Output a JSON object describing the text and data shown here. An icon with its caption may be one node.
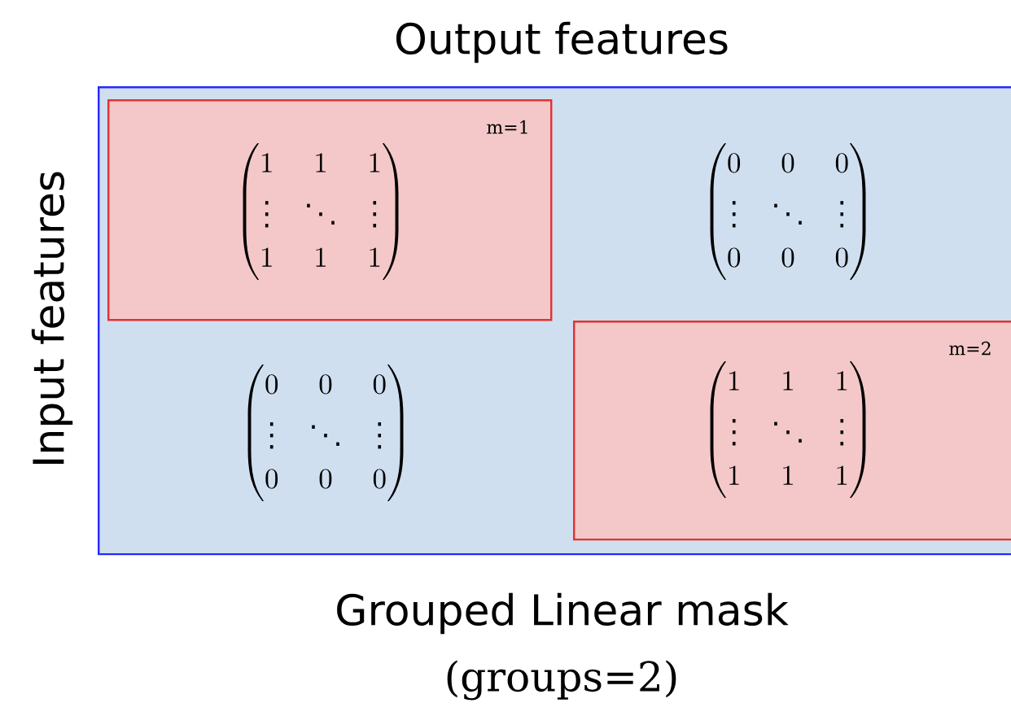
{
  "diagram": {
    "caption": "Grouped Linear mask",
    "nodes": [
      {
        "text": [],
        "shape": "box"
      },
      {
        "text": [
          "\\begin{pmatrix}1&1&1\\\\ \\vdots&\\ddots&\\vdots\\\\ 1&1&1\\end{pmatrix}",
          "m=1"
        ],
        "in": 0
      },
      {
        "text": [
          "\\begin{pmatrix}1&1&1\\\\ \\vdots&\\ddots&\\vdots\\\\ 1&1&1\\end{pmatrix}",
          "m=2"
        ],
        "in": 0
      }
    ],
    "labels": [
      "Output features",
      "Input features",
      "\\begin{pmatrix}0&0&0\\\\ \\vdots&\\ddots&\\vdots\\\\ 0&0&0\\end{pmatrix}",
      "\\begin{pmatrix}0&0&0\\\\ \\vdots&\\ddots&\\vdots\\\\ 0&0&0\\end{pmatrix}",
      "(groups=2)"
    ]
  }
}
